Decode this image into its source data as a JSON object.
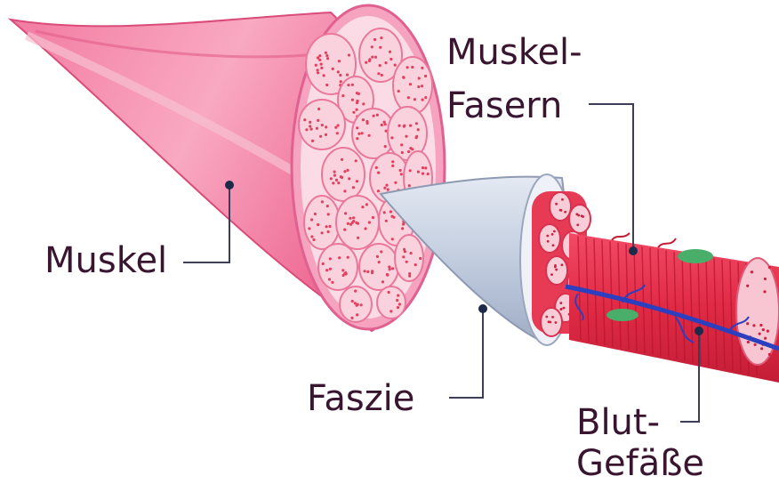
{
  "labels": {
    "muskel": "Muskel",
    "muskel_fasern_line1": "Muskel-",
    "muskel_fasern_line2": "Fasern",
    "faszie": "Faszie",
    "blut_gefaesse_line1": "Blut-",
    "blut_gefaesse_line2": "Gefäße"
  },
  "colors": {
    "muscle": "#ef6d97",
    "muscle_light": "#f8b8cc",
    "fiber_bundle": "#f9d2dd",
    "fiber_dot": "#e2405f",
    "fascia": "#c9d3e2",
    "fiber_red": "#e52b45",
    "vessel_blue": "#2b3fbf",
    "nucleus_green": "#4bb06a",
    "leader_line": "#3d3d55",
    "text": "#3a1530"
  }
}
